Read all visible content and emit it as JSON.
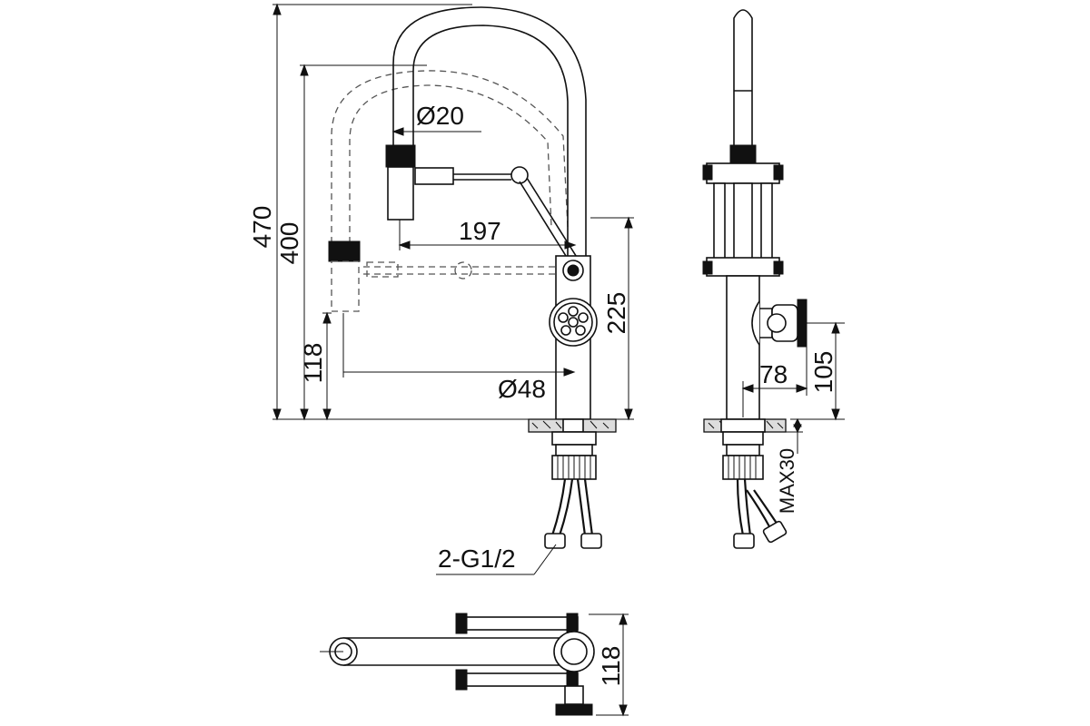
{
  "dimensions": {
    "overall_height": "470",
    "alt_height": "400",
    "pipe_diameter": "Ø20",
    "spout_reach": "197",
    "body_height": "225",
    "base_to_handle": "118",
    "body_diameter": "Ø48",
    "side_depth": "78",
    "side_handle_height": "105",
    "max_deck_thickness": "MAX30",
    "hoses": "2-G1/2",
    "top_view_width": "118"
  }
}
